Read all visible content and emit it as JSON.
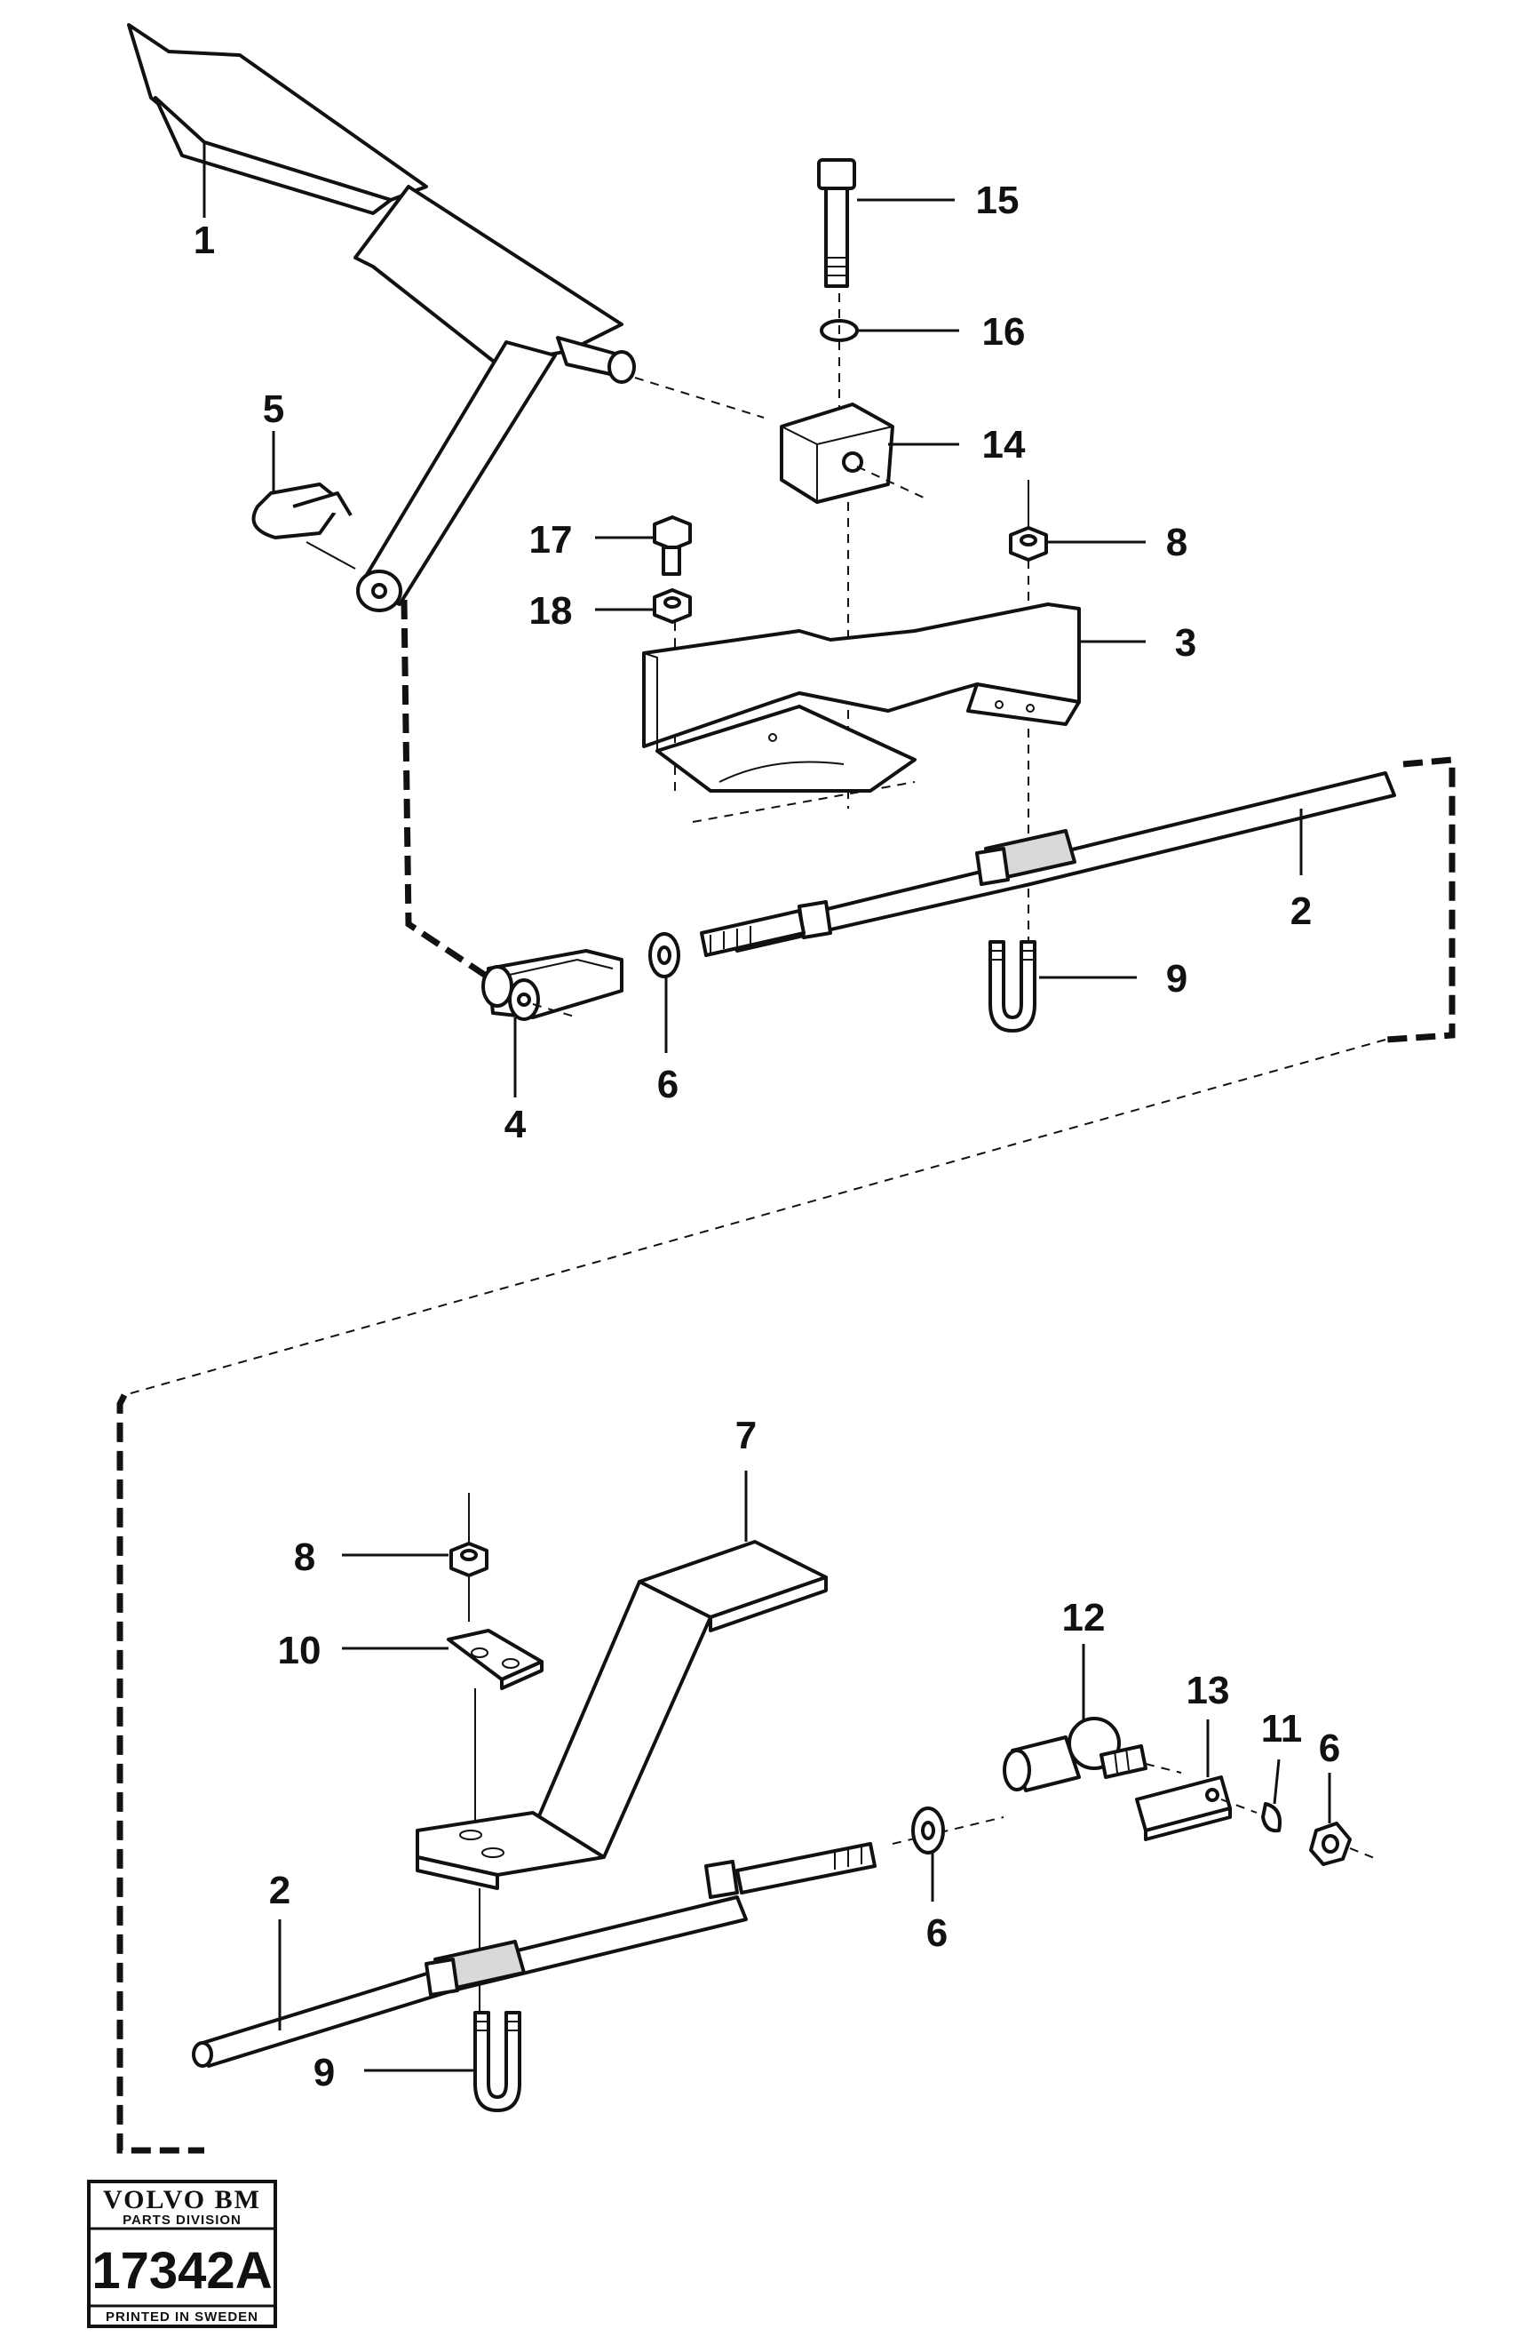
{
  "diagram": {
    "callouts": {
      "c1": "1",
      "c2_top": "2",
      "c3": "3",
      "c4": "4",
      "c5": "5",
      "c6_top": "6",
      "c8_top": "8",
      "c9_top": "9",
      "c14": "14",
      "c15": "15",
      "c16": "16",
      "c17": "17",
      "c18": "18",
      "c7": "7",
      "c8_bottom": "8",
      "c10": "10",
      "c12": "12",
      "c13": "13",
      "c11": "11",
      "c6_right": "6",
      "c2_bottom": "2",
      "c6_bottom": "6",
      "c9_bottom": "9"
    }
  },
  "stamp": {
    "brand": "VOLVO BM",
    "division": "PARTS DIVISION",
    "number": "17342A",
    "printed": "PRINTED IN SWEDEN"
  }
}
